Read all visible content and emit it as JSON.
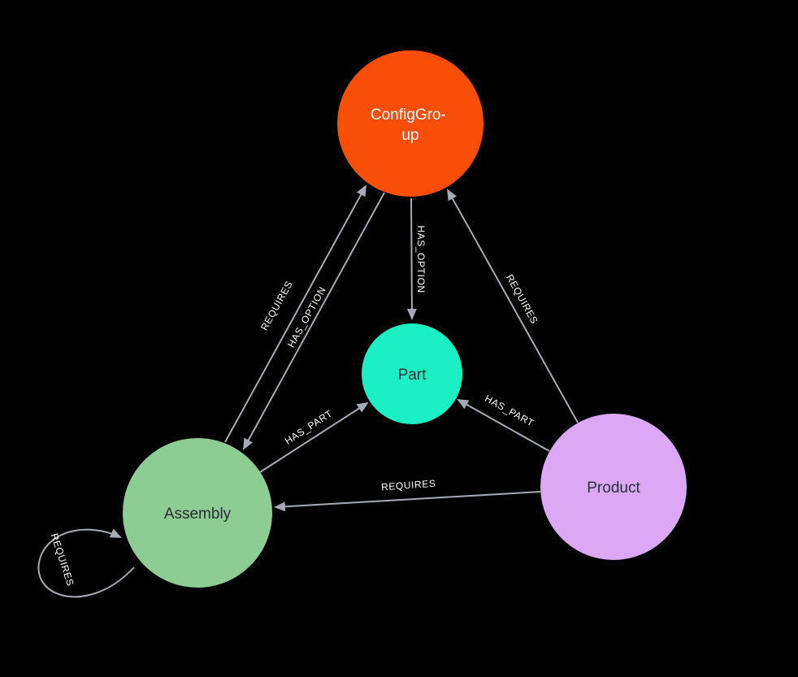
{
  "diagram": {
    "type": "graph",
    "background_color": "#000000",
    "edge_color": "#A5ABB6",
    "edge_label_color": "#FFFFFF",
    "nodes": [
      {
        "id": "ConfigGroup",
        "label": "ConfigGroup",
        "label_line1": "ConfigGro-",
        "label_line2": "up",
        "color": "#F94E07",
        "text_color": "#FFFFFF"
      },
      {
        "id": "Part",
        "label": "Part",
        "color": "#1BF0C4",
        "text_color": "#2A2C34"
      },
      {
        "id": "Assembly",
        "label": "Assembly",
        "color": "#8DCC93",
        "text_color": "#2A2C34"
      },
      {
        "id": "Product",
        "label": "Product",
        "color": "#DCA7F5",
        "text_color": "#2A2C34"
      }
    ],
    "edges": [
      {
        "from": "ConfigGroup",
        "to": "Part",
        "label": "HAS_OPTION"
      },
      {
        "from": "Assembly",
        "to": "ConfigGroup",
        "label": "REQUIRES"
      },
      {
        "from": "ConfigGroup",
        "to": "Assembly",
        "label": "HAS_OPTION"
      },
      {
        "from": "Product",
        "to": "ConfigGroup",
        "label": "REQUIRES"
      },
      {
        "from": "Assembly",
        "to": "Part",
        "label": "HAS_PART"
      },
      {
        "from": "Product",
        "to": "Part",
        "label": "HAS_PART"
      },
      {
        "from": "Product",
        "to": "Assembly",
        "label": "REQUIRES"
      },
      {
        "from": "Assembly",
        "to": "Assembly",
        "label": "REQUIRES"
      }
    ]
  }
}
